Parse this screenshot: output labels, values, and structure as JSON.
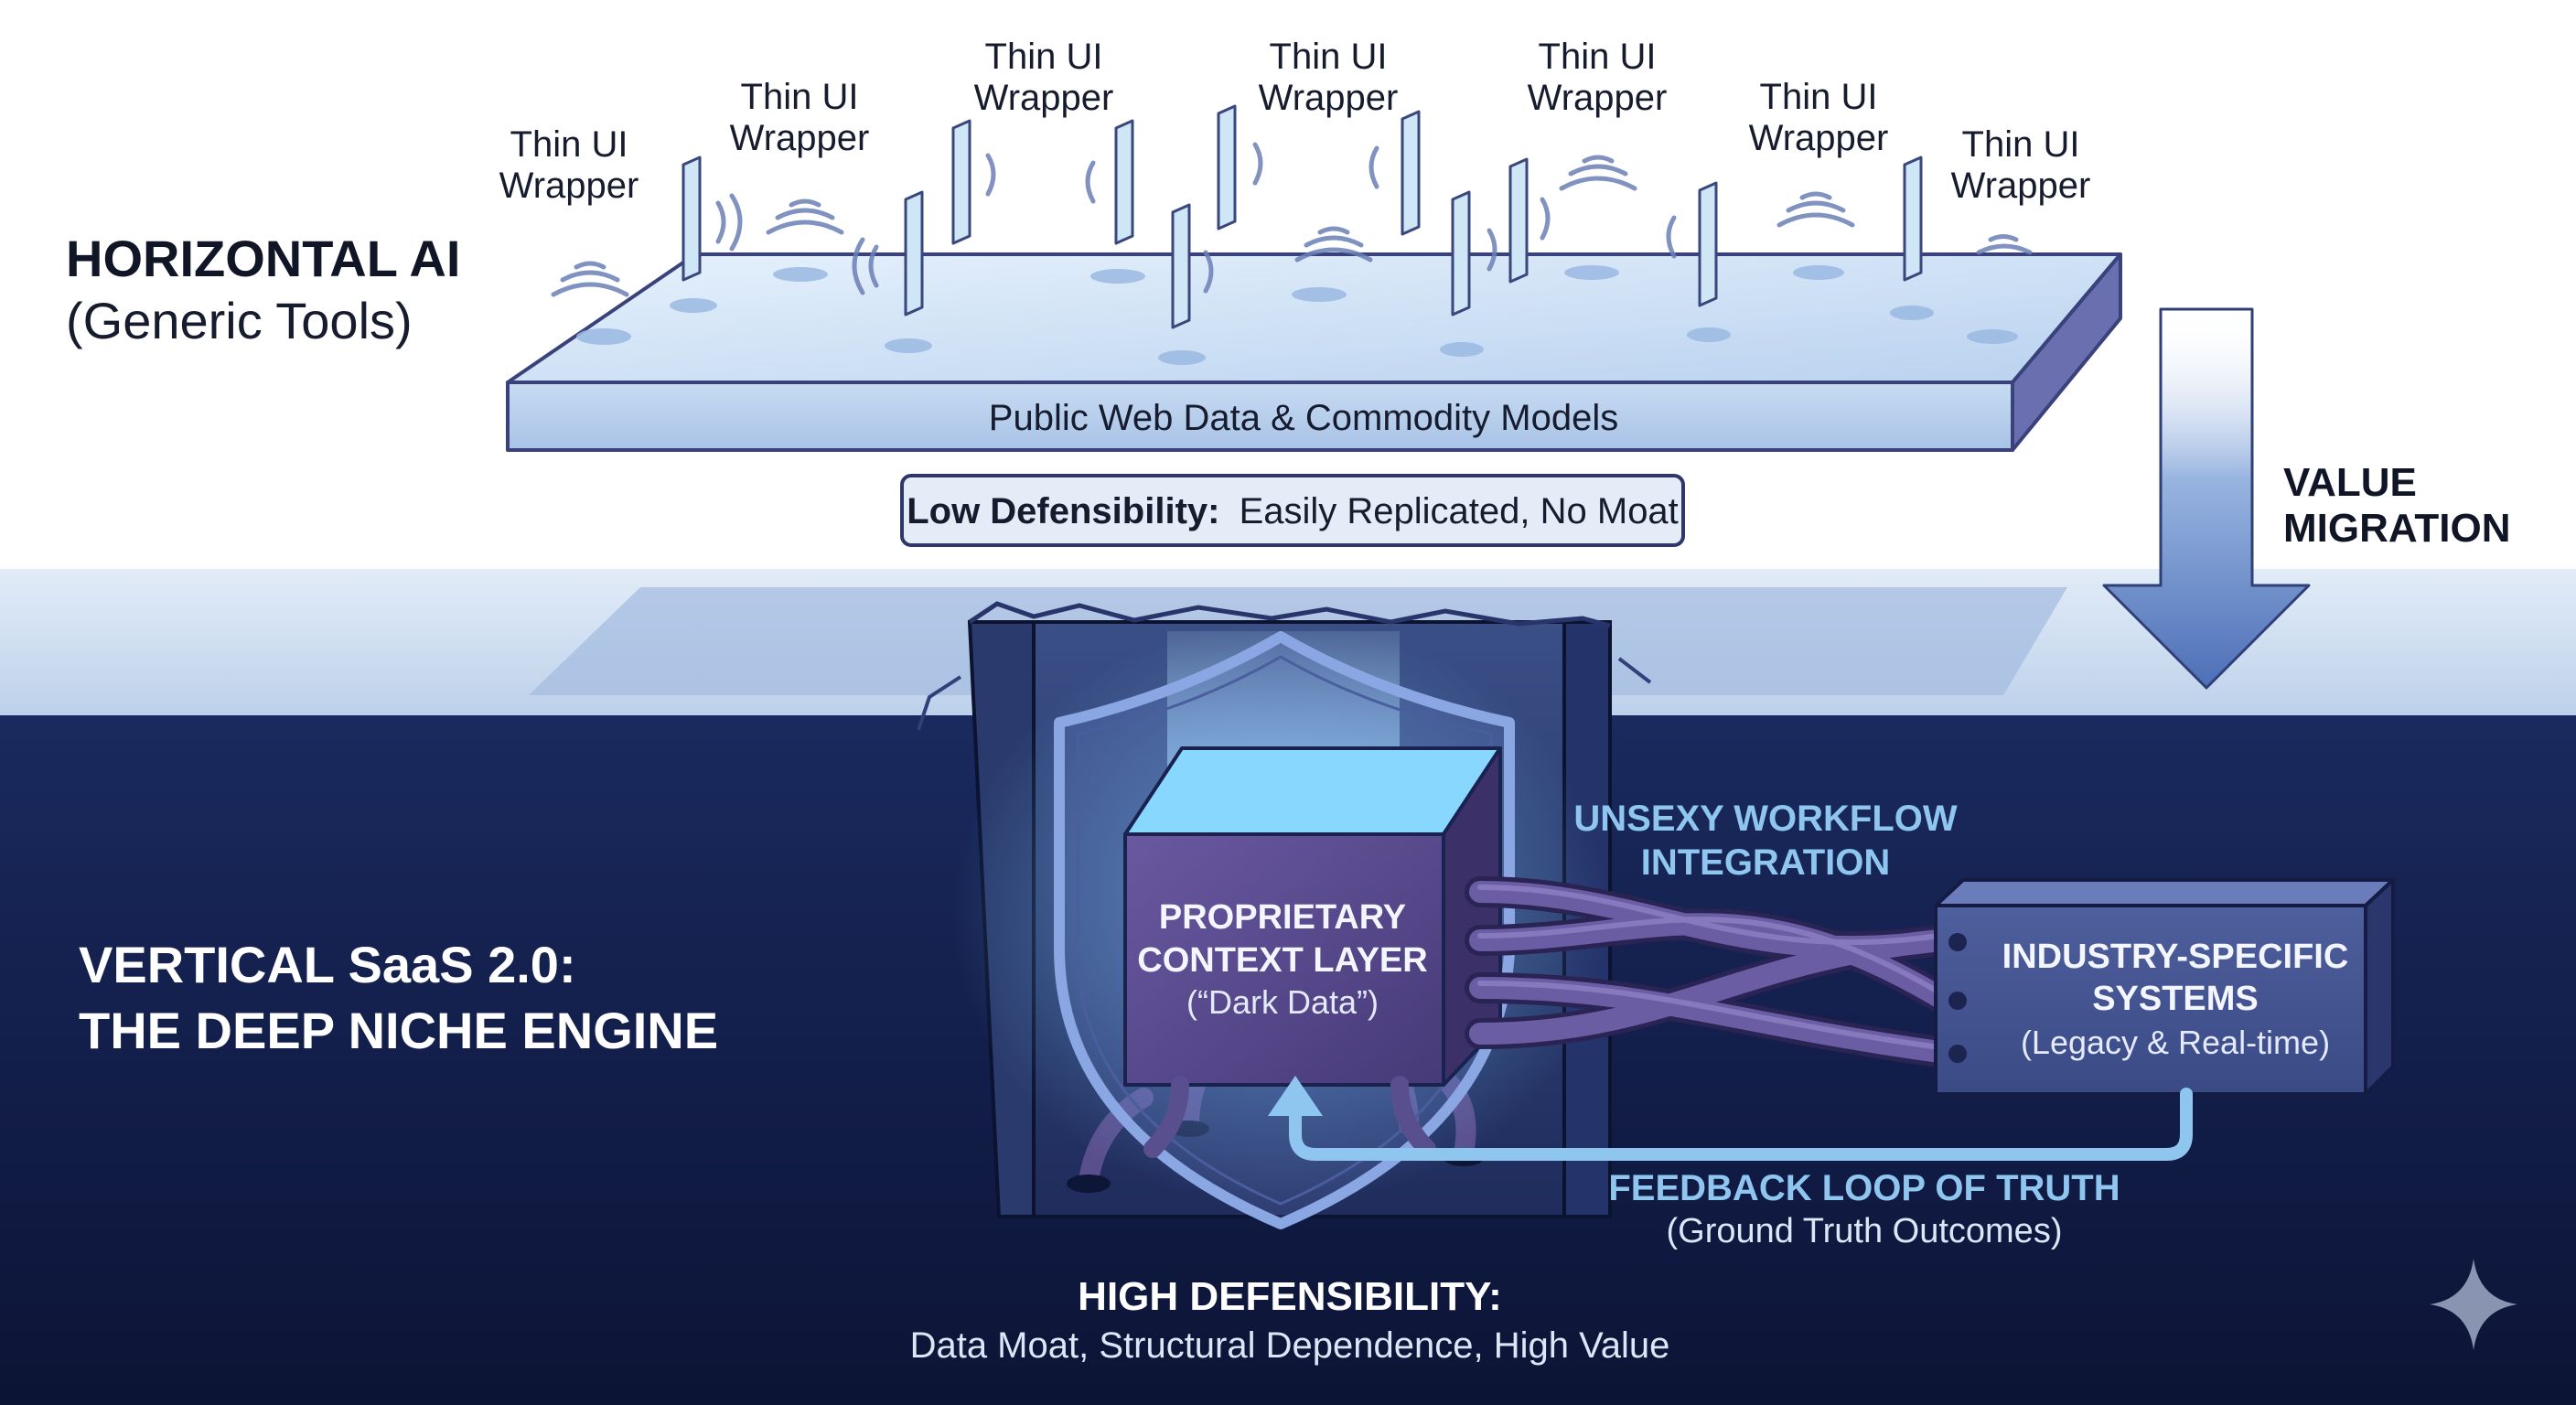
{
  "colors": {
    "deep_navy": "#0f1a3c",
    "platform_light": "#c9dcf3",
    "platform_edge": "#6a6fb0",
    "accent_cyan": "#8fc6f0",
    "cube_purple": "#5b4b8e",
    "glow": "#7fd0ff"
  },
  "top": {
    "heading": "HORIZONTAL AI",
    "subheading": "(Generic Tools)",
    "platform_label": "Public Web Data & Commodity Models",
    "defensibility_bold": "Low Defensibility:",
    "defensibility_text": "Easily Replicated, No Moat",
    "wrapper_labels": [
      {
        "line1": "Thin UI",
        "line2": "Wrapper"
      },
      {
        "line1": "Thin UI",
        "line2": "Wrapper"
      },
      {
        "line1": "Thin UI",
        "line2": "Wrapper"
      },
      {
        "line1": "Thin UI",
        "line2": "Wrapper"
      },
      {
        "line1": "Thin UI",
        "line2": "Wrapper"
      },
      {
        "line1": "Thin UI",
        "line2": "Wrapper"
      },
      {
        "line1": "Thin UI",
        "line2": "Wrapper"
      }
    ]
  },
  "migration": {
    "line1": "VALUE",
    "line2": "MIGRATION"
  },
  "bottom": {
    "heading_line1": "VERTICAL SaaS 2.0:",
    "heading_line2": "THE DEEP NICHE ENGINE",
    "core_line1": "PROPRIETARY",
    "core_line2": "CONTEXT LAYER",
    "core_line3": "(“Dark Data”)",
    "workflow_line1": "UNSEXY WORKFLOW",
    "workflow_line2": "INTEGRATION",
    "systems_line1": "INDUSTRY-SPECIFIC",
    "systems_line2": "SYSTEMS",
    "systems_line3": "(Legacy & Real-time)",
    "feedback_line1": "FEEDBACK LOOP OF TRUTH",
    "feedback_line2": "(Ground Truth Outcomes)",
    "defensibility_heading": "HIGH DEFENSIBILITY:",
    "defensibility_text": "Data Moat, Structural Dependence, High Value"
  },
  "icons": {
    "sparkle": "sparkle-icon",
    "shield": "shield-icon",
    "arrow": "arrow-down-icon"
  }
}
